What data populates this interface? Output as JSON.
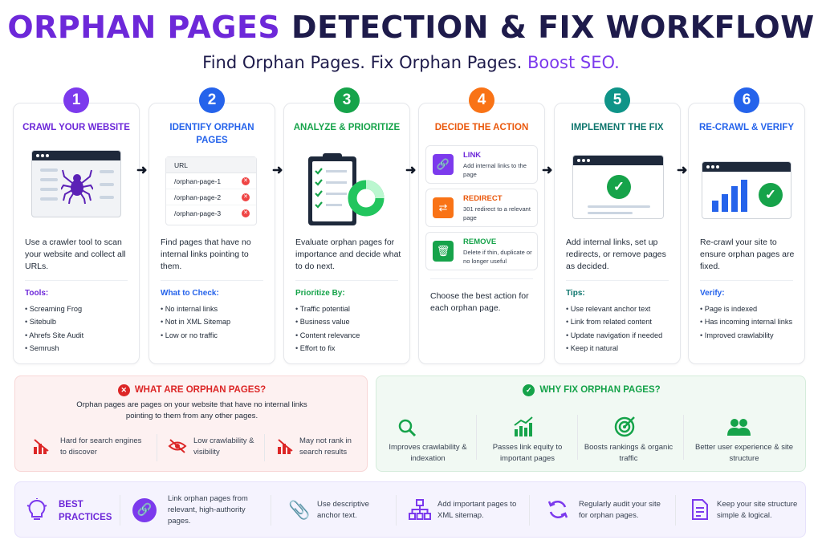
{
  "header": {
    "title_part1": "ORPHAN PAGES",
    "title_part2": "DETECTION & FIX WORKFLOW",
    "subtitle_part1": "Find Orphan Pages. Fix Orphan Pages.",
    "subtitle_part2": "Boost SEO."
  },
  "colors": {
    "purple": "#7c3aed",
    "blue": "#2563eb",
    "green": "#16a34a",
    "orange": "#f97316",
    "teal": "#0f9488",
    "red": "#dc2626",
    "navy": "#1e1b4b"
  },
  "steps": [
    {
      "number": "1",
      "title": "CRAWL YOUR WEBSITE",
      "description": "Use a crawler tool to scan your website and collect all URLs.",
      "sub_heading": "Tools:",
      "items": [
        "Screaming Frog",
        "Sitebulb",
        "Ahrefs Site Audit",
        "Semrush"
      ],
      "icon": "spider-icon"
    },
    {
      "number": "2",
      "title": "IDENTIFY ORPHAN PAGES",
      "description": "Find pages that have no internal links pointing to them.",
      "sub_heading": "What to Check:",
      "items": [
        "No internal links",
        "Not in XML Sitemap",
        "Low or no traffic"
      ],
      "table_header": "URL",
      "urls": [
        "/orphan-page-1",
        "/orphan-page-2",
        "/orphan-page-3"
      ],
      "icon": "x-circle-icon"
    },
    {
      "number": "3",
      "title": "ANALYZE & PRIORITIZE",
      "description": "Evaluate orphan pages for importance and decide what to do next.",
      "sub_heading": "Prioritize By:",
      "items": [
        "Traffic potential",
        "Business value",
        "Content relevance",
        "Effort to fix"
      ],
      "icon": "clipboard-icon"
    },
    {
      "number": "4",
      "title": "DECIDE THE ACTION",
      "description": "Choose the best action for each orphan page.",
      "actions": [
        {
          "title": "LINK",
          "text": "Add internal links to the page",
          "icon": "link-icon"
        },
        {
          "title": "REDIRECT",
          "text": "301 redirect to a relevant page",
          "icon": "redirect-icon"
        },
        {
          "title": "REMOVE",
          "text": "Delete if thin, duplicate or no longer useful",
          "icon": "trash-icon"
        }
      ]
    },
    {
      "number": "5",
      "title": "IMPLEMENT THE FIX",
      "description": "Add internal links, set up redirects, or remove pages as decided.",
      "sub_heading": "Tips:",
      "items": [
        "Use relevant anchor text",
        "Link from related content",
        "Update navigation if needed",
        "Keep it natural"
      ],
      "icon": "check-circle-icon"
    },
    {
      "number": "6",
      "title": "RE-CRAWL & VERIFY",
      "description": "Re-crawl your site to ensure orphan pages are fixed.",
      "sub_heading": "Verify:",
      "items": [
        "Page is indexed",
        "Has incoming internal links",
        "Improved crawlability"
      ],
      "icon": "bar-chart-icon"
    }
  ],
  "what_are": {
    "title": "WHAT ARE ORPHAN PAGES?",
    "description": "Orphan pages are pages on your website that have no internal links pointing to them from any other pages.",
    "items": [
      {
        "text": "Hard for search engines to discover",
        "icon": "bar-chart-down-icon"
      },
      {
        "text": "Low crawlability & visibility",
        "icon": "eye-off-icon"
      },
      {
        "text": "May not rank in search results",
        "icon": "bar-chart-down-icon"
      }
    ]
  },
  "why_fix": {
    "title": "WHY FIX ORPHAN PAGES?",
    "items": [
      {
        "text": "Improves crawlability & indexation",
        "icon": "search-icon"
      },
      {
        "text": "Passes link equity to important pages",
        "icon": "growth-chart-icon"
      },
      {
        "text": "Boosts rankings & organic traffic",
        "icon": "target-icon"
      },
      {
        "text": "Better user experience & site structure",
        "icon": "users-icon"
      }
    ]
  },
  "best_practices": {
    "title": "BEST PRACTICES",
    "items": [
      {
        "text": "Link orphan pages from relevant, high-authority pages.",
        "icon": "link-icon"
      },
      {
        "text": "Use descriptive anchor text.",
        "icon": "paperclip-icon"
      },
      {
        "text": "Add important pages to XML sitemap.",
        "icon": "sitemap-icon"
      },
      {
        "text": "Regularly audit your site for orphan pages.",
        "icon": "refresh-icon"
      },
      {
        "text": "Keep your site structure simple & logical.",
        "icon": "document-icon"
      }
    ]
  }
}
